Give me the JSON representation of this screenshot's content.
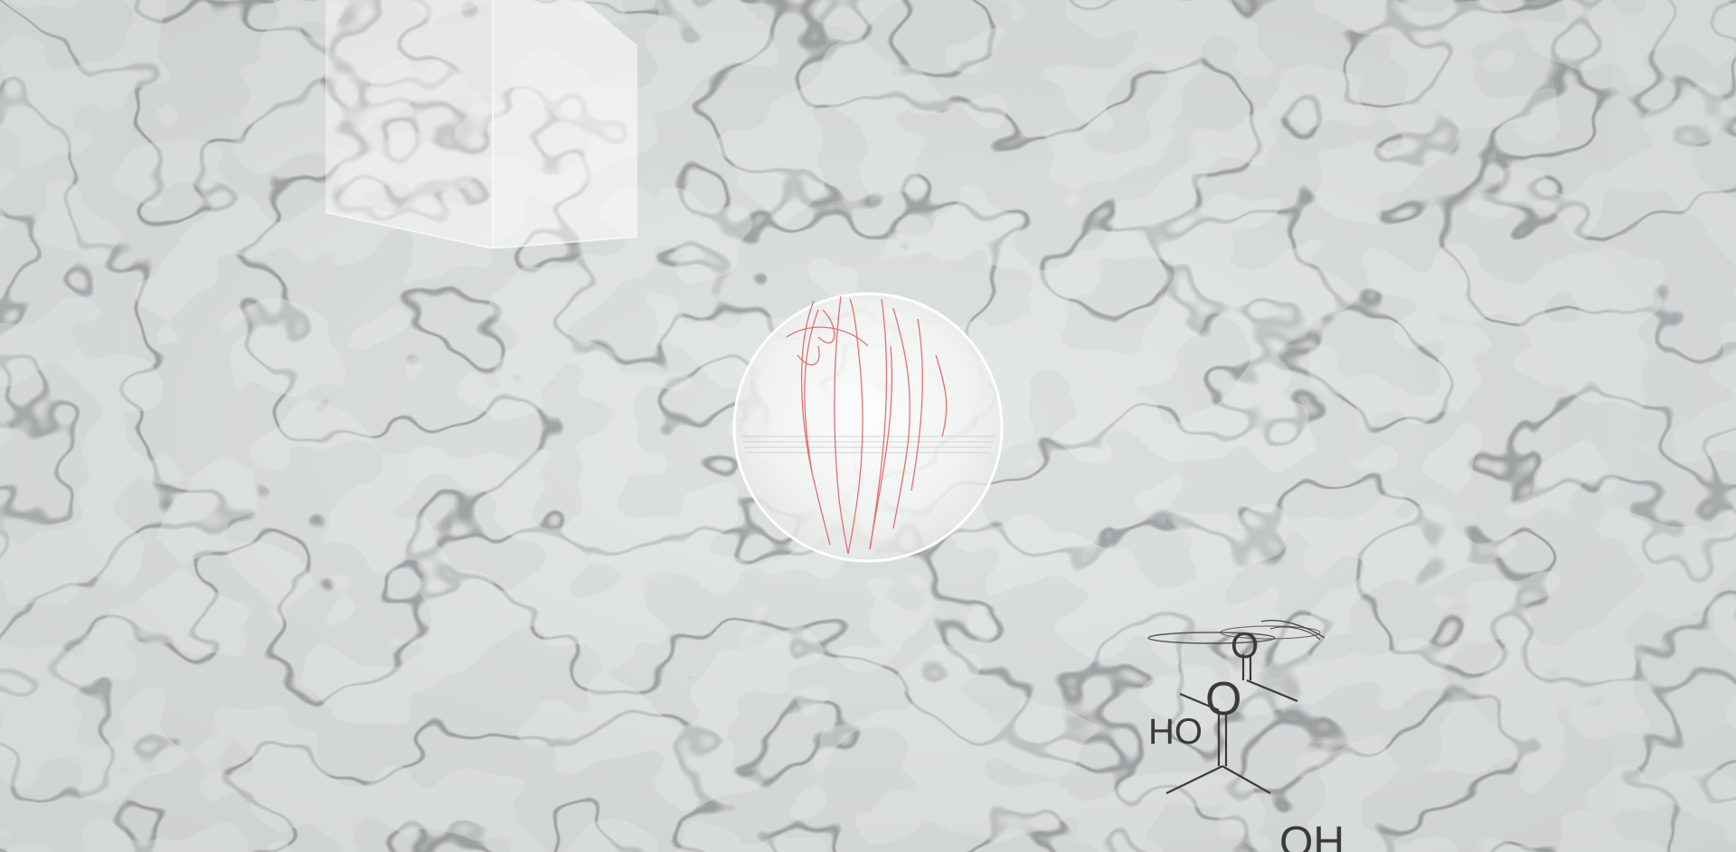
{
  "scene": {
    "background_color": "#a4a8a9",
    "caustic_color": "#f4f6f6",
    "sphere_sketch_color": "#e05a5a"
  },
  "molecule": {
    "atom_labels": {
      "oxygen_top": "O",
      "oxygen_mid": "O",
      "hydroxyl_left": "HO",
      "hydroxyl_bottom": "OH"
    },
    "line_color": "#3a3a3a"
  }
}
